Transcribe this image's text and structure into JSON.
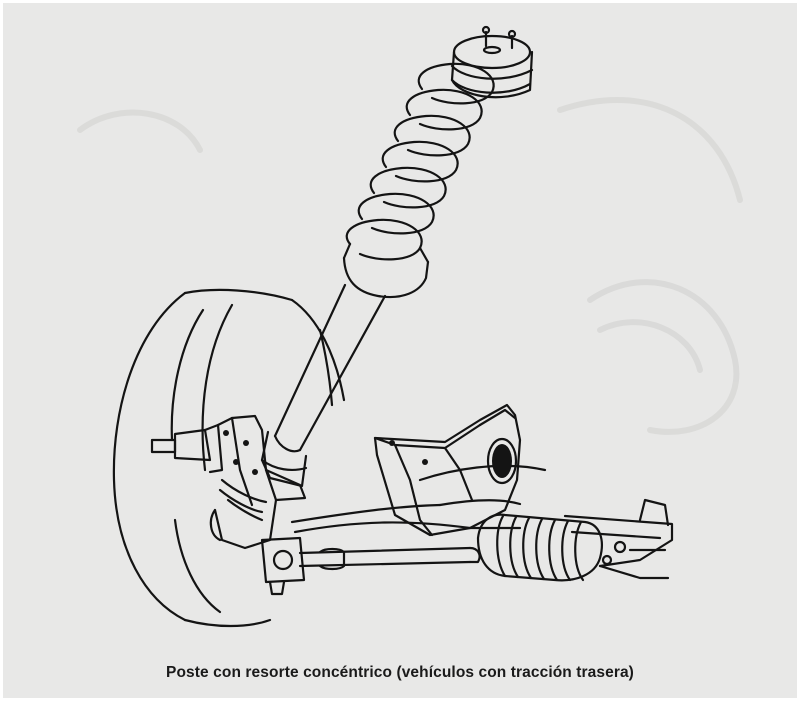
{
  "caption": "Poste con resorte concéntrico (vehículos con tracción trasera)",
  "colors": {
    "paper": "#e8e8e7",
    "ink": "#141414",
    "border": "#ffffff"
  },
  "illustration": {
    "subject": "strut-with-concentric-coil-spring",
    "parts": [
      "tire",
      "spindle",
      "steering-knuckle",
      "strut-tube",
      "coil-spring",
      "strut-upper-mount",
      "lower-control-arm",
      "frame-bracket",
      "tie-rod",
      "rack-boot",
      "steering-rack"
    ]
  }
}
